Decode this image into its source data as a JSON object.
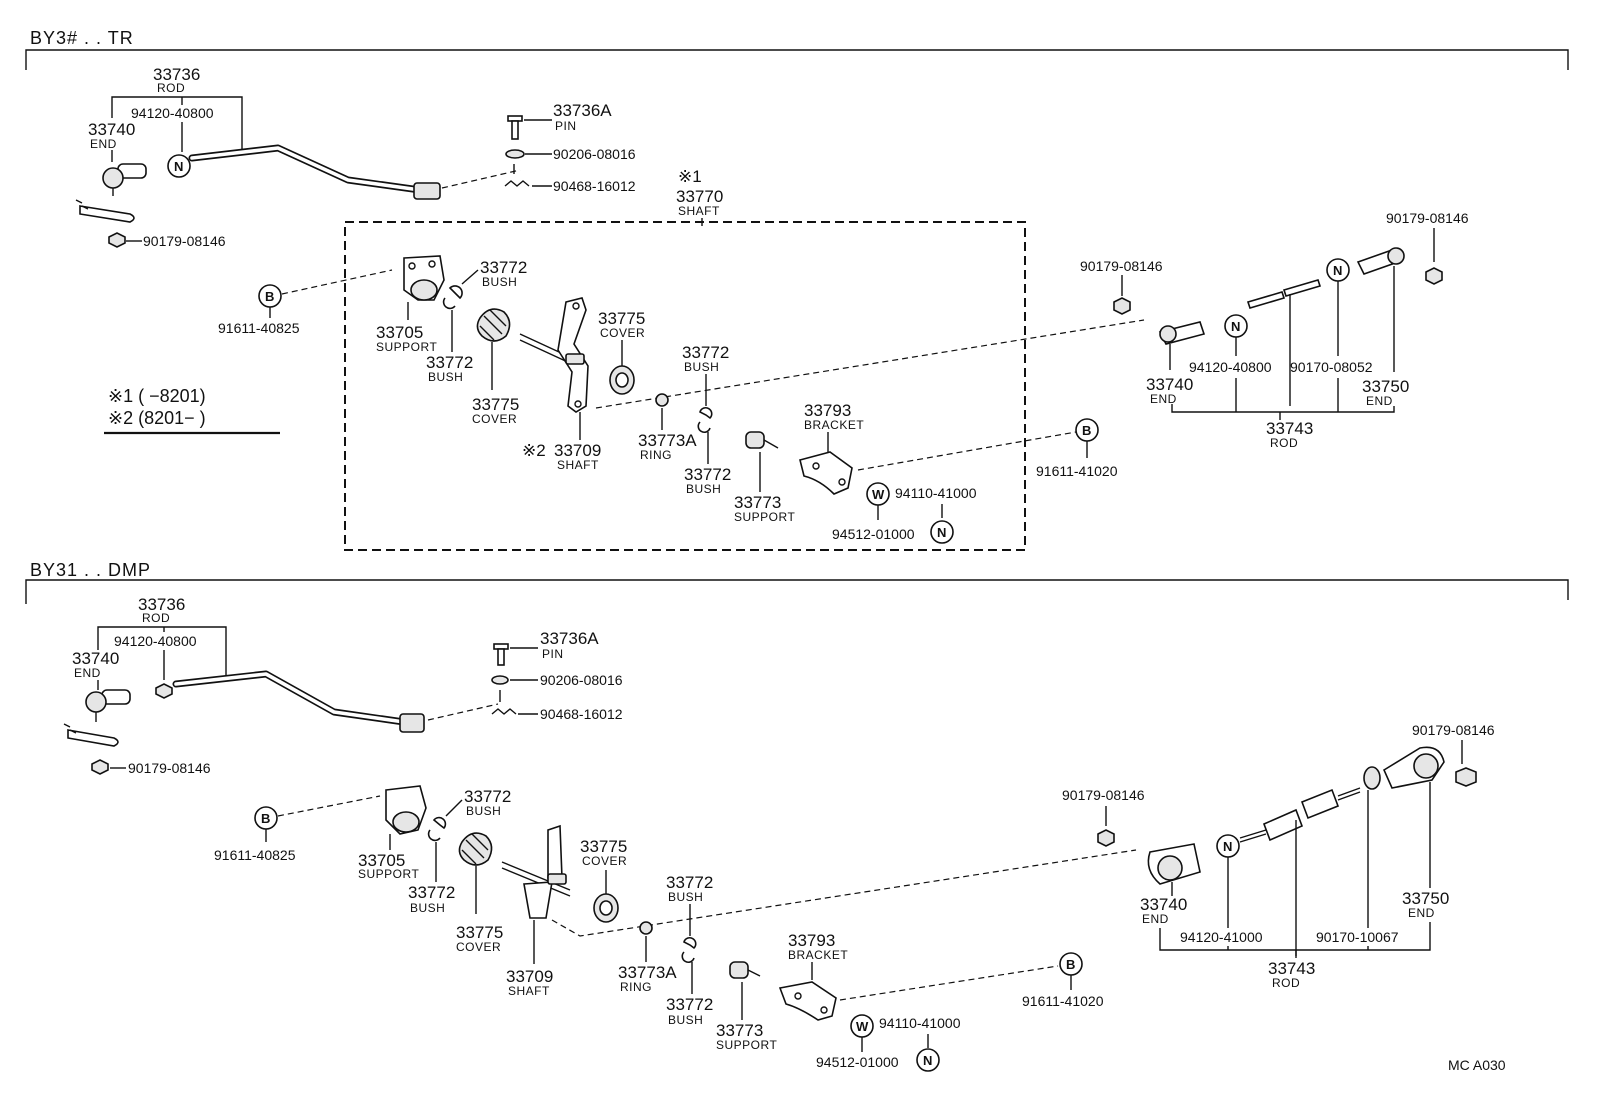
{
  "sections": {
    "top": {
      "title": "BY3# . . TR",
      "rod_front": {
        "part": "33736",
        "name": "ROD",
        "sub1": "94120-40800",
        "end_part": "33740",
        "end_name": "END",
        "nut": "90179-08146"
      },
      "pin": {
        "part": "33736A",
        "name": "PIN",
        "washer": "90206-08016",
        "clip": "90468-16012"
      },
      "shaft_assy": {
        "mark": "※1",
        "part": "33770",
        "name": "SHAFT"
      },
      "support": {
        "part": "33705",
        "name": "SUPPORT",
        "bolt": "91611-40825"
      },
      "bush_a": {
        "part": "33772",
        "name": "BUSH"
      },
      "bush_b": {
        "part": "33772",
        "name": "BUSH"
      },
      "cover_a": {
        "part": "33775",
        "name": "COVER"
      },
      "cover_b": {
        "part": "33775",
        "name": "COVER"
      },
      "shaft": {
        "mark": "※2",
        "part": "33709",
        "name": "SHAFT"
      },
      "bush_c": {
        "part": "33772",
        "name": "BUSH"
      },
      "ring": {
        "part": "33773A",
        "name": "RING"
      },
      "bush_d": {
        "part": "33772",
        "name": "BUSH"
      },
      "support2": {
        "part": "33773",
        "name": "SUPPORT"
      },
      "bracket": {
        "part": "33793",
        "name": "BRACKET",
        "bolt": "91611-41020"
      },
      "washer_nut": {
        "w": "94110-41000",
        "n": "94512-01000"
      },
      "rod_rear": {
        "nut_a": "90179-08146",
        "nut_b": "90179-08146",
        "end_part": "33740",
        "end_name": "END",
        "rod_part": "33743",
        "rod_name": "ROD",
        "sub1": "94120-40800",
        "sub2": "90170-08052",
        "end2_part": "33750",
        "end2_name": "END"
      },
      "legend": {
        "l1": "※1 (       −8201)",
        "l2": "※2 (8201−        )"
      }
    },
    "bottom": {
      "title": "BY31 . . DMP",
      "rod_front": {
        "part": "33736",
        "name": "ROD",
        "sub1": "94120-40800",
        "end_part": "33740",
        "end_name": "END",
        "nut": "90179-08146"
      },
      "pin": {
        "part": "33736A",
        "name": "PIN",
        "washer": "90206-08016",
        "clip": "90468-16012"
      },
      "support": {
        "part": "33705",
        "name": "SUPPORT",
        "bolt": "91611-40825"
      },
      "bush_a": {
        "part": "33772",
        "name": "BUSH"
      },
      "bush_b": {
        "part": "33772",
        "name": "BUSH"
      },
      "cover_a": {
        "part": "33775",
        "name": "COVER"
      },
      "cover_b": {
        "part": "33775",
        "name": "COVER"
      },
      "shaft": {
        "part": "33709",
        "name": "SHAFT"
      },
      "bush_c": {
        "part": "33772",
        "name": "BUSH"
      },
      "ring": {
        "part": "33773A",
        "name": "RING"
      },
      "bush_d": {
        "part": "33772",
        "name": "BUSH"
      },
      "support2": {
        "part": "33773",
        "name": "SUPPORT"
      },
      "bracket": {
        "part": "33793",
        "name": "BRACKET",
        "bolt": "91611-41020"
      },
      "washer_nut": {
        "w": "94110-41000",
        "n": "94512-01000"
      },
      "rod_rear": {
        "nut_a": "90179-08146",
        "nut_b": "90179-08146",
        "end_part": "33740",
        "end_name": "END",
        "rod_part": "33743",
        "rod_name": "ROD",
        "sub1": "94120-41000",
        "sub2": "90170-10067",
        "end2_part": "33750",
        "end2_name": "END"
      }
    }
  },
  "marks": {
    "B": "B",
    "N": "N",
    "W": "W"
  },
  "footer": {
    "code": "MC  A030"
  }
}
